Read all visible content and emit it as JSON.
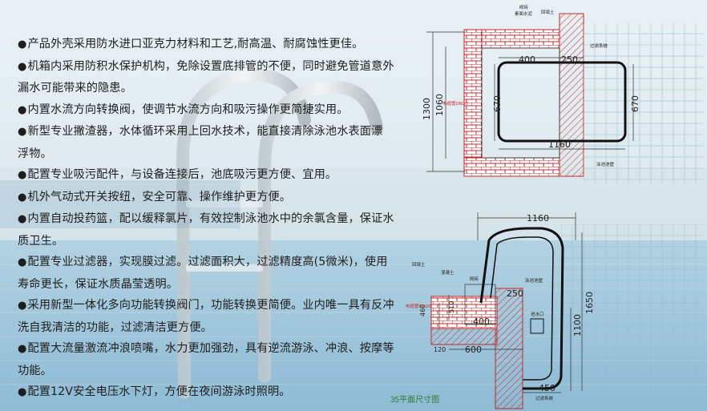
{
  "features": [
    "产品外壳采用防水进口亚克力材料和工艺,耐高温、耐腐蚀性更佳。",
    "机箱内采用防积水保护机构，免除设置底排管的不便，同时避免管道意外漏水可能带来的隐患。",
    "内置水流方向转换阀，使调节水流方向和吸污操作更简捷实用。",
    "新型专业撇渣器，水体循环采用上回水技术，能直接清除泳池水表面漂 浮物。",
    "配置专业吸污配件，与设备连接后，池底吸污更方便、宜用。",
    "机外气动式开关按纽，安全可靠、操作维护更方便。",
    "内置自动投药篮，配以缓释氯片，有效控制泳池水中的余氯含量，保证水质卫生。",
    "配置专业过滤器，实现膜过滤。过滤面积大，过滤精度高(5微米)，使用寿命更长，保证水质晶莹透明。",
    "采用新型一体化多向功能转换阀门，功能转换更简便。业内唯一具有反冲洗自我清洁的功能，过滤清洁更方便。",
    "配置大流量激流冲浪喷嘴，水力更加强劲，具有逆流游泳、冲浪、按摩等功能。",
    "配置12V安全电压水下灯，方便在夜间游泳时照明。"
  ],
  "bullet": "●",
  "caption": "35平面尺寸图",
  "plan": {
    "dims": [
      "400",
      "250",
      "1300",
      "1060",
      "670",
      "670",
      "1160"
    ],
    "labels": [
      "砌砖",
      "素面水泥",
      "回填土",
      "过滤系统",
      "电缆管DN20",
      "泳池池壁"
    ]
  },
  "section": {
    "dims": [
      "1160",
      "250",
      "510",
      "400",
      "460",
      "120",
      "600",
      "1650",
      "1100",
      "450"
    ],
    "labels": [
      "回填土",
      "混凝土",
      "电缆管DN20",
      "砌砖",
      "泳池池壁",
      "进水口",
      "过滤系统"
    ]
  },
  "colors": {
    "brick": "#c62828",
    "dim_line": "#333333",
    "pipe": "#222222",
    "caption": "#2e7d32"
  }
}
